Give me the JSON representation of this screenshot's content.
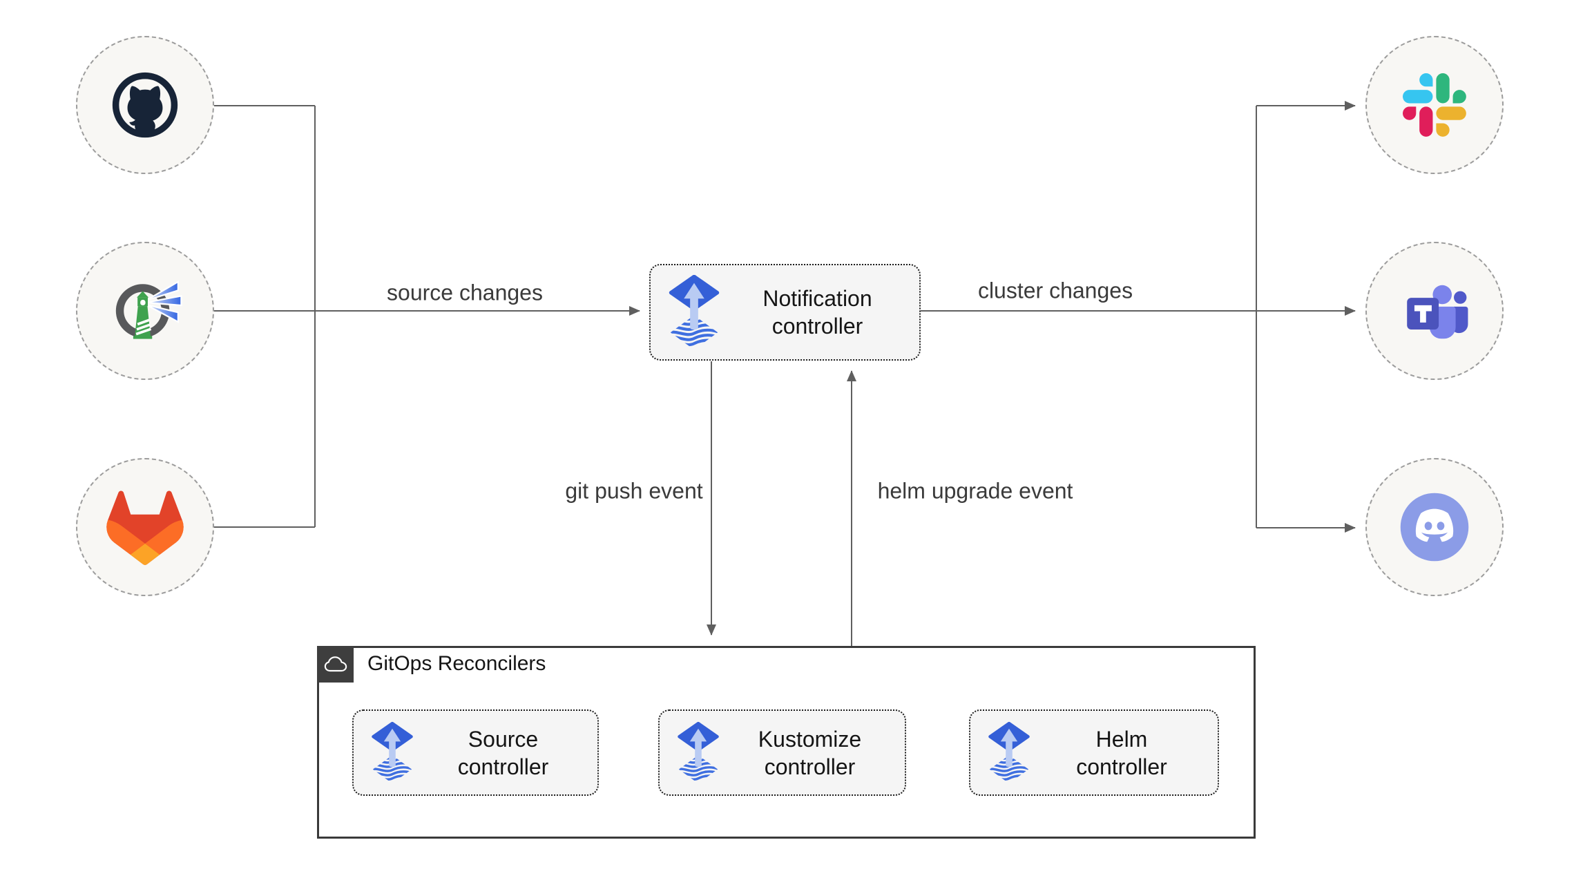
{
  "nodes": {
    "notification": {
      "label": "Notification controller",
      "icon": "flux"
    },
    "source": {
      "label": "Source controller",
      "icon": "flux"
    },
    "kustomize": {
      "label": "Kustomize controller",
      "icon": "flux"
    },
    "helm": {
      "label": "Helm controller",
      "icon": "flux"
    }
  },
  "group": {
    "label": "GitOps Reconcilers",
    "icon": "cloud"
  },
  "edges": {
    "source_changes": {
      "label": "source changes"
    },
    "cluster_changes": {
      "label": "cluster changes"
    },
    "git_push": {
      "label": "git push event"
    },
    "helm_upgrade": {
      "label": "helm upgrade event"
    }
  },
  "sources": [
    {
      "icon": "github"
    },
    {
      "icon": "harbor"
    },
    {
      "icon": "gitlab"
    }
  ],
  "notifiers": [
    {
      "icon": "slack"
    },
    {
      "icon": "microsoft-teams"
    },
    {
      "icon": "discord"
    }
  ],
  "colors": {
    "flux_blue": "#345fd7",
    "flux_wave_blue": "#3f6fe0",
    "flux_light_blue": "#b9cbf3",
    "edge_gray": "#5f5f5f",
    "node_fill": "#f5f5f5",
    "circle_fill": "#f8f7f4",
    "group_border": "#3a3a3a",
    "badge_bg": "#3e3e3e",
    "github_dark": "#172437",
    "harbor_green": "#3fa24e",
    "gitlab_red": "#e24329",
    "gitlab_orange": "#fc6d26",
    "gitlab_yellow": "#fca326",
    "slack_blue": "#36c5f0",
    "slack_green": "#2eb67d",
    "slack_yellow": "#ecb22e",
    "slack_pink": "#e01e5a",
    "teams_purple": "#4b53bc",
    "teams_light_purple": "#7b83eb",
    "discord_blurple": "#8b9ce7"
  }
}
